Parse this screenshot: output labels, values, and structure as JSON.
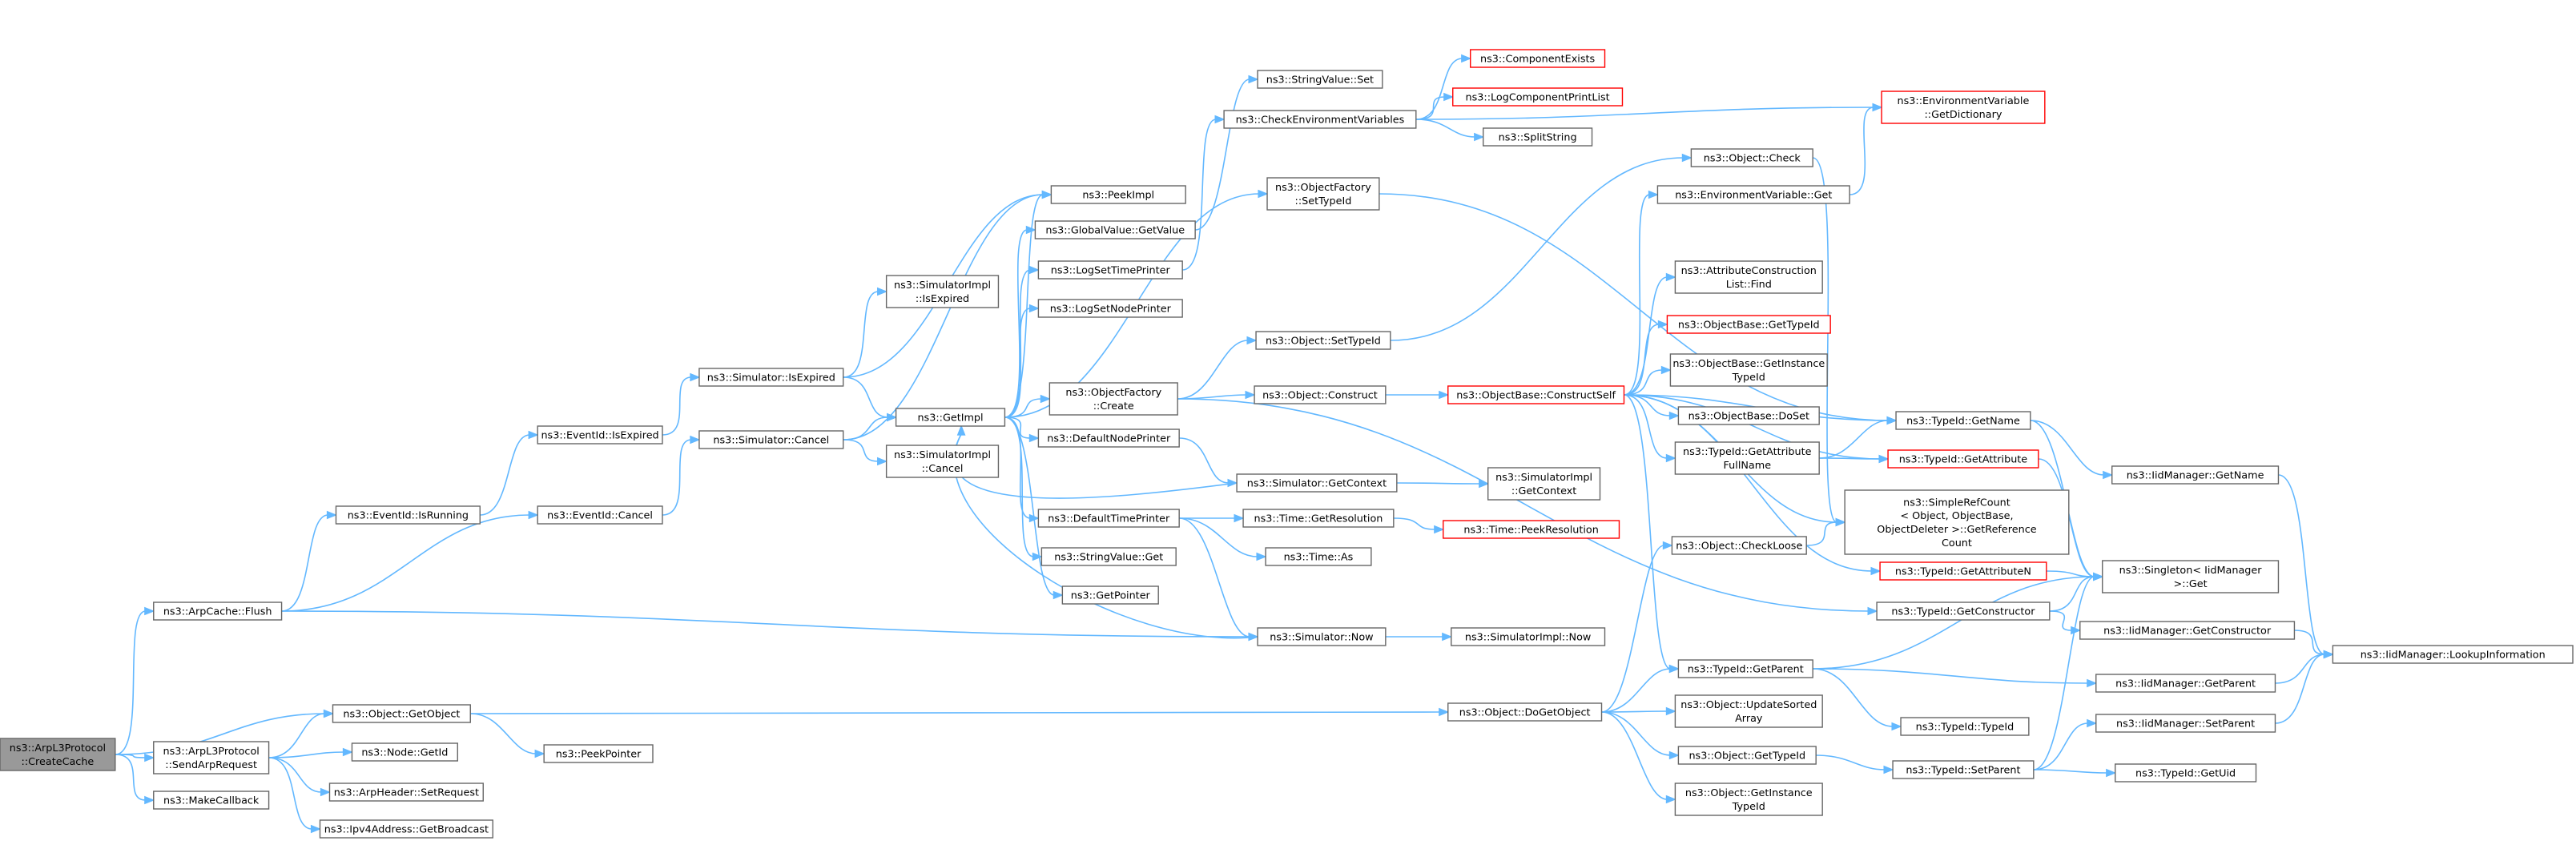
{
  "graph": {
    "root": "ns3::ArpL3Protocol::CreateCache",
    "nodes": [
      {
        "id": "createcache",
        "lines": [
          "ns3::ArpL3Protocol",
          "::CreateCache"
        ],
        "style": "root"
      },
      {
        "id": "arpcache_flush",
        "lines": [
          "ns3::ArpCache::Flush"
        ],
        "style": "normal"
      },
      {
        "id": "sendarprequest",
        "lines": [
          "ns3::ArpL3Protocol",
          "::SendArpRequest"
        ],
        "style": "normal"
      },
      {
        "id": "makecallback",
        "lines": [
          "ns3::MakeCallback"
        ],
        "style": "normal"
      },
      {
        "id": "eventid_isrunning",
        "lines": [
          "ns3::EventId::IsRunning"
        ],
        "style": "normal"
      },
      {
        "id": "eventid_cancel",
        "lines": [
          "ns3::EventId::Cancel"
        ],
        "style": "normal"
      },
      {
        "id": "eventid_isexpired",
        "lines": [
          "ns3::EventId::IsExpired"
        ],
        "style": "normal"
      },
      {
        "id": "sim_isexpired",
        "lines": [
          "ns3::Simulator::IsExpired"
        ],
        "style": "normal"
      },
      {
        "id": "sim_cancel",
        "lines": [
          "ns3::Simulator::Cancel"
        ],
        "style": "normal"
      },
      {
        "id": "simimpl_isexpired",
        "lines": [
          "ns3::SimulatorImpl",
          "::IsExpired"
        ],
        "style": "normal"
      },
      {
        "id": "simimpl_cancel",
        "lines": [
          "ns3::SimulatorImpl",
          "::Cancel"
        ],
        "style": "normal"
      },
      {
        "id": "getimpl",
        "lines": [
          "ns3::GetImpl"
        ],
        "style": "normal"
      },
      {
        "id": "peekimpl",
        "lines": [
          "ns3::PeekImpl"
        ],
        "style": "normal"
      },
      {
        "id": "gv_getvalue",
        "lines": [
          "ns3::GlobalValue::GetValue"
        ],
        "style": "normal"
      },
      {
        "id": "logsettimeprinter",
        "lines": [
          "ns3::LogSetTimePrinter"
        ],
        "style": "normal"
      },
      {
        "id": "logsetnodeprinter",
        "lines": [
          "ns3::LogSetNodePrinter"
        ],
        "style": "normal"
      },
      {
        "id": "of_create",
        "lines": [
          "ns3::ObjectFactory",
          "::Create"
        ],
        "style": "normal"
      },
      {
        "id": "defaultnodeprinter",
        "lines": [
          "ns3::DefaultNodePrinter"
        ],
        "style": "normal"
      },
      {
        "id": "defaulttimeprinter",
        "lines": [
          "ns3::DefaultTimePrinter"
        ],
        "style": "normal"
      },
      {
        "id": "stringvalue_get",
        "lines": [
          "ns3::StringValue::Get"
        ],
        "style": "normal"
      },
      {
        "id": "getpointer",
        "lines": [
          "ns3::GetPointer"
        ],
        "style": "normal"
      },
      {
        "id": "stringvalue_set",
        "lines": [
          "ns3::StringValue::Set"
        ],
        "style": "normal"
      },
      {
        "id": "checkenvvars",
        "lines": [
          "ns3::CheckEnvironmentVariables"
        ],
        "style": "normal"
      },
      {
        "id": "of_settypeid",
        "lines": [
          "ns3::ObjectFactory",
          "::SetTypeId"
        ],
        "style": "normal"
      },
      {
        "id": "object_settypeid",
        "lines": [
          "ns3::Object::SetTypeId"
        ],
        "style": "normal"
      },
      {
        "id": "object_construct",
        "lines": [
          "ns3::Object::Construct"
        ],
        "style": "normal"
      },
      {
        "id": "sim_getcontext",
        "lines": [
          "ns3::Simulator::GetContext"
        ],
        "style": "normal"
      },
      {
        "id": "time_getresolution",
        "lines": [
          "ns3::Time::GetResolution"
        ],
        "style": "normal"
      },
      {
        "id": "time_as",
        "lines": [
          "ns3::Time::As"
        ],
        "style": "normal"
      },
      {
        "id": "sim_now",
        "lines": [
          "ns3::Simulator::Now"
        ],
        "style": "normal"
      },
      {
        "id": "object_getobject",
        "lines": [
          "ns3::Object::GetObject"
        ],
        "style": "normal"
      },
      {
        "id": "node_getid",
        "lines": [
          "ns3::Node::GetId"
        ],
        "style": "normal"
      },
      {
        "id": "arpheader_setrequest",
        "lines": [
          "ns3::ArpHeader::SetRequest"
        ],
        "style": "normal"
      },
      {
        "id": "ipv4_getbroadcast",
        "lines": [
          "ns3::Ipv4Address::GetBroadcast"
        ],
        "style": "normal"
      },
      {
        "id": "peekpointer",
        "lines": [
          "ns3::PeekPointer"
        ],
        "style": "normal"
      },
      {
        "id": "componentexists",
        "lines": [
          "ns3::ComponentExists"
        ],
        "style": "truncated"
      },
      {
        "id": "logcomponentprintlist",
        "lines": [
          "ns3::LogComponentPrintList"
        ],
        "style": "truncated"
      },
      {
        "id": "splitstring",
        "lines": [
          "ns3::SplitString"
        ],
        "style": "normal"
      },
      {
        "id": "objectbase_constructself",
        "lines": [
          "ns3::ObjectBase::ConstructSelf"
        ],
        "style": "truncated"
      },
      {
        "id": "simimpl_getcontext",
        "lines": [
          "ns3::SimulatorImpl",
          "::GetContext"
        ],
        "style": "normal"
      },
      {
        "id": "time_peekresolution",
        "lines": [
          "ns3::Time::PeekResolution"
        ],
        "style": "truncated"
      },
      {
        "id": "simimpl_now",
        "lines": [
          "ns3::SimulatorImpl::Now"
        ],
        "style": "normal"
      },
      {
        "id": "object_dogetobject",
        "lines": [
          "ns3::Object::DoGetObject"
        ],
        "style": "normal"
      },
      {
        "id": "object_check",
        "lines": [
          "ns3::Object::Check"
        ],
        "style": "normal"
      },
      {
        "id": "envvar_get",
        "lines": [
          "ns3::EnvironmentVariable::Get"
        ],
        "style": "normal"
      },
      {
        "id": "acl_find",
        "lines": [
          "ns3::AttributeConstruction",
          "List::Find"
        ],
        "style": "normal"
      },
      {
        "id": "objectbase_gettypeid",
        "lines": [
          "ns3::ObjectBase::GetTypeId"
        ],
        "style": "truncated"
      },
      {
        "id": "objectbase_getinstancetypeid",
        "lines": [
          "ns3::ObjectBase::GetInstance",
          "TypeId"
        ],
        "style": "normal"
      },
      {
        "id": "objectbase_doset",
        "lines": [
          "ns3::ObjectBase::DoSet"
        ],
        "style": "normal"
      },
      {
        "id": "typeid_getattributefullname",
        "lines": [
          "ns3::TypeId::GetAttribute",
          "FullName"
        ],
        "style": "normal"
      },
      {
        "id": "object_checkloose",
        "lines": [
          "ns3::Object::CheckLoose"
        ],
        "style": "normal"
      },
      {
        "id": "typeid_getconstructor",
        "lines": [
          "ns3::TypeId::GetConstructor"
        ],
        "style": "normal"
      },
      {
        "id": "typeid_getparent",
        "lines": [
          "ns3::TypeId::GetParent"
        ],
        "style": "normal"
      },
      {
        "id": "object_updatesortedarray",
        "lines": [
          "ns3::Object::UpdateSorted",
          "Array"
        ],
        "style": "normal"
      },
      {
        "id": "object_gettypeid",
        "lines": [
          "ns3::Object::GetTypeId"
        ],
        "style": "normal"
      },
      {
        "id": "object_getinstancetypeid",
        "lines": [
          "ns3::Object::GetInstance",
          "TypeId"
        ],
        "style": "normal"
      },
      {
        "id": "envvar_getdictionary",
        "lines": [
          "ns3::EnvironmentVariable",
          "::GetDictionary"
        ],
        "style": "truncated"
      },
      {
        "id": "typeid_getname",
        "lines": [
          "ns3::TypeId::GetName"
        ],
        "style": "normal"
      },
      {
        "id": "typeid_getattribute",
        "lines": [
          "ns3::TypeId::GetAttribute"
        ],
        "style": "truncated"
      },
      {
        "id": "simplerefcount_getrefcount",
        "lines": [
          "ns3::SimpleRefCount",
          "< Object, ObjectBase,",
          "ObjectDeleter >::GetReference",
          "Count"
        ],
        "style": "normal"
      },
      {
        "id": "typeid_getattributen",
        "lines": [
          "ns3::TypeId::GetAttributeN"
        ],
        "style": "truncated"
      },
      {
        "id": "typeid_typeid",
        "lines": [
          "ns3::TypeId::TypeId"
        ],
        "style": "normal"
      },
      {
        "id": "typeid_setparent",
        "lines": [
          "ns3::TypeId::SetParent"
        ],
        "style": "normal"
      },
      {
        "id": "iidmanager_getname",
        "lines": [
          "ns3::IidManager::GetName"
        ],
        "style": "normal"
      },
      {
        "id": "singleton_get",
        "lines": [
          "ns3::Singleton< IidManager",
          " >::Get"
        ],
        "style": "normal"
      },
      {
        "id": "iidmanager_getconstructor",
        "lines": [
          "ns3::IidManager::GetConstructor"
        ],
        "style": "normal"
      },
      {
        "id": "iidmanager_getparent",
        "lines": [
          "ns3::IidManager::GetParent"
        ],
        "style": "normal"
      },
      {
        "id": "iidmanager_setparent",
        "lines": [
          "ns3::IidManager::SetParent"
        ],
        "style": "normal"
      },
      {
        "id": "typeid_getuid",
        "lines": [
          "ns3::TypeId::GetUid"
        ],
        "style": "normal"
      },
      {
        "id": "iidmanager_lookupinformation",
        "lines": [
          "ns3::IidManager::LookupInformation"
        ],
        "style": "normal"
      }
    ],
    "edges": [
      [
        "createcache",
        "arpcache_flush"
      ],
      [
        "createcache",
        "object_getobject"
      ],
      [
        "createcache",
        "sendarprequest"
      ],
      [
        "createcache",
        "makecallback"
      ],
      [
        "arpcache_flush",
        "eventid_isrunning"
      ],
      [
        "arpcache_flush",
        "eventid_cancel"
      ],
      [
        "arpcache_flush",
        "sim_now"
      ],
      [
        "sendarprequest",
        "object_getobject"
      ],
      [
        "sendarprequest",
        "node_getid"
      ],
      [
        "sendarprequest",
        "arpheader_setrequest"
      ],
      [
        "sendarprequest",
        "ipv4_getbroadcast"
      ],
      [
        "eventid_isrunning",
        "eventid_isexpired"
      ],
      [
        "eventid_cancel",
        "sim_cancel"
      ],
      [
        "eventid_isexpired",
        "sim_isexpired"
      ],
      [
        "sim_isexpired",
        "simimpl_isexpired"
      ],
      [
        "sim_isexpired",
        "getimpl"
      ],
      [
        "sim_isexpired",
        "peekimpl"
      ],
      [
        "sim_cancel",
        "getimpl"
      ],
      [
        "sim_cancel",
        "simimpl_cancel"
      ],
      [
        "sim_cancel",
        "peekimpl"
      ],
      [
        "getimpl",
        "peekimpl"
      ],
      [
        "getimpl",
        "gv_getvalue"
      ],
      [
        "getimpl",
        "logsettimeprinter"
      ],
      [
        "getimpl",
        "logsetnodeprinter"
      ],
      [
        "getimpl",
        "of_create"
      ],
      [
        "getimpl",
        "defaultnodeprinter"
      ],
      [
        "getimpl",
        "defaulttimeprinter"
      ],
      [
        "getimpl",
        "stringvalue_get"
      ],
      [
        "getimpl",
        "getpointer"
      ],
      [
        "getimpl",
        "of_settypeid"
      ],
      [
        "gv_getvalue",
        "stringvalue_set"
      ],
      [
        "logsettimeprinter",
        "checkenvvars"
      ],
      [
        "of_create",
        "object_settypeid"
      ],
      [
        "of_create",
        "object_construct"
      ],
      [
        "of_create",
        "typeid_getconstructor"
      ],
      [
        "defaultnodeprinter",
        "sim_getcontext"
      ],
      [
        "defaulttimeprinter",
        "time_getresolution"
      ],
      [
        "defaulttimeprinter",
        "time_as"
      ],
      [
        "defaulttimeprinter",
        "sim_now"
      ],
      [
        "sim_getcontext",
        "getimpl"
      ],
      [
        "sim_getcontext",
        "simimpl_getcontext"
      ],
      [
        "sim_now",
        "getimpl"
      ],
      [
        "sim_now",
        "simimpl_now"
      ],
      [
        "checkenvvars",
        "componentexists"
      ],
      [
        "checkenvvars",
        "logcomponentprintlist"
      ],
      [
        "checkenvvars",
        "splitstring"
      ],
      [
        "checkenvvars",
        "envvar_getdictionary"
      ],
      [
        "of_settypeid",
        "typeid_getname"
      ],
      [
        "object_settypeid",
        "object_check"
      ],
      [
        "object_construct",
        "objectbase_constructself"
      ],
      [
        "time_getresolution",
        "time_peekresolution"
      ],
      [
        "object_getobject",
        "peekpointer"
      ],
      [
        "object_getobject",
        "object_dogetobject"
      ],
      [
        "objectbase_constructself",
        "envvar_get"
      ],
      [
        "objectbase_constructself",
        "acl_find"
      ],
      [
        "objectbase_constructself",
        "objectbase_gettypeid"
      ],
      [
        "objectbase_constructself",
        "objectbase_getinstancetypeid"
      ],
      [
        "objectbase_constructself",
        "objectbase_doset"
      ],
      [
        "objectbase_constructself",
        "typeid_getattributefullname"
      ],
      [
        "objectbase_constructself",
        "typeid_getname"
      ],
      [
        "objectbase_constructself",
        "typeid_getattribute"
      ],
      [
        "objectbase_constructself",
        "typeid_getattributen"
      ],
      [
        "objectbase_constructself",
        "typeid_getparent"
      ],
      [
        "objectbase_constructself",
        "simplerefcount_getrefcount"
      ],
      [
        "envvar_get",
        "envvar_getdictionary"
      ],
      [
        "object_check",
        "simplerefcount_getrefcount"
      ],
      [
        "object_dogetobject",
        "object_checkloose"
      ],
      [
        "object_dogetobject",
        "typeid_getparent"
      ],
      [
        "object_dogetobject",
        "object_updatesortedarray"
      ],
      [
        "object_dogetobject",
        "object_gettypeid"
      ],
      [
        "object_dogetobject",
        "object_getinstancetypeid"
      ],
      [
        "object_checkloose",
        "simplerefcount_getrefcount"
      ],
      [
        "typeid_getattributefullname",
        "typeid_getname"
      ],
      [
        "typeid_getattributefullname",
        "typeid_getattribute"
      ],
      [
        "typeid_getconstructor",
        "singleton_get"
      ],
      [
        "typeid_getconstructor",
        "iidmanager_getconstructor"
      ],
      [
        "typeid_getparent",
        "singleton_get"
      ],
      [
        "typeid_getparent",
        "iidmanager_getparent"
      ],
      [
        "typeid_getparent",
        "typeid_typeid"
      ],
      [
        "object_gettypeid",
        "typeid_setparent"
      ],
      [
        "typeid_setparent",
        "singleton_get"
      ],
      [
        "typeid_setparent",
        "iidmanager_setparent"
      ],
      [
        "typeid_setparent",
        "typeid_getuid"
      ],
      [
        "typeid_getname",
        "singleton_get"
      ],
      [
        "typeid_getname",
        "iidmanager_getname"
      ],
      [
        "typeid_getattribute",
        "singleton_get"
      ],
      [
        "typeid_getattributen",
        "singleton_get"
      ],
      [
        "iidmanager_getname",
        "iidmanager_lookupinformation"
      ],
      [
        "iidmanager_getconstructor",
        "iidmanager_lookupinformation"
      ],
      [
        "iidmanager_getparent",
        "iidmanager_lookupinformation"
      ],
      [
        "iidmanager_setparent",
        "iidmanager_lookupinformation"
      ]
    ]
  },
  "colors": {
    "edge": "#63b8ff",
    "node_border": "#666666",
    "truncated_border": "#ff0000",
    "root_fill": "#999999",
    "node_fill": "#ffffff"
  }
}
